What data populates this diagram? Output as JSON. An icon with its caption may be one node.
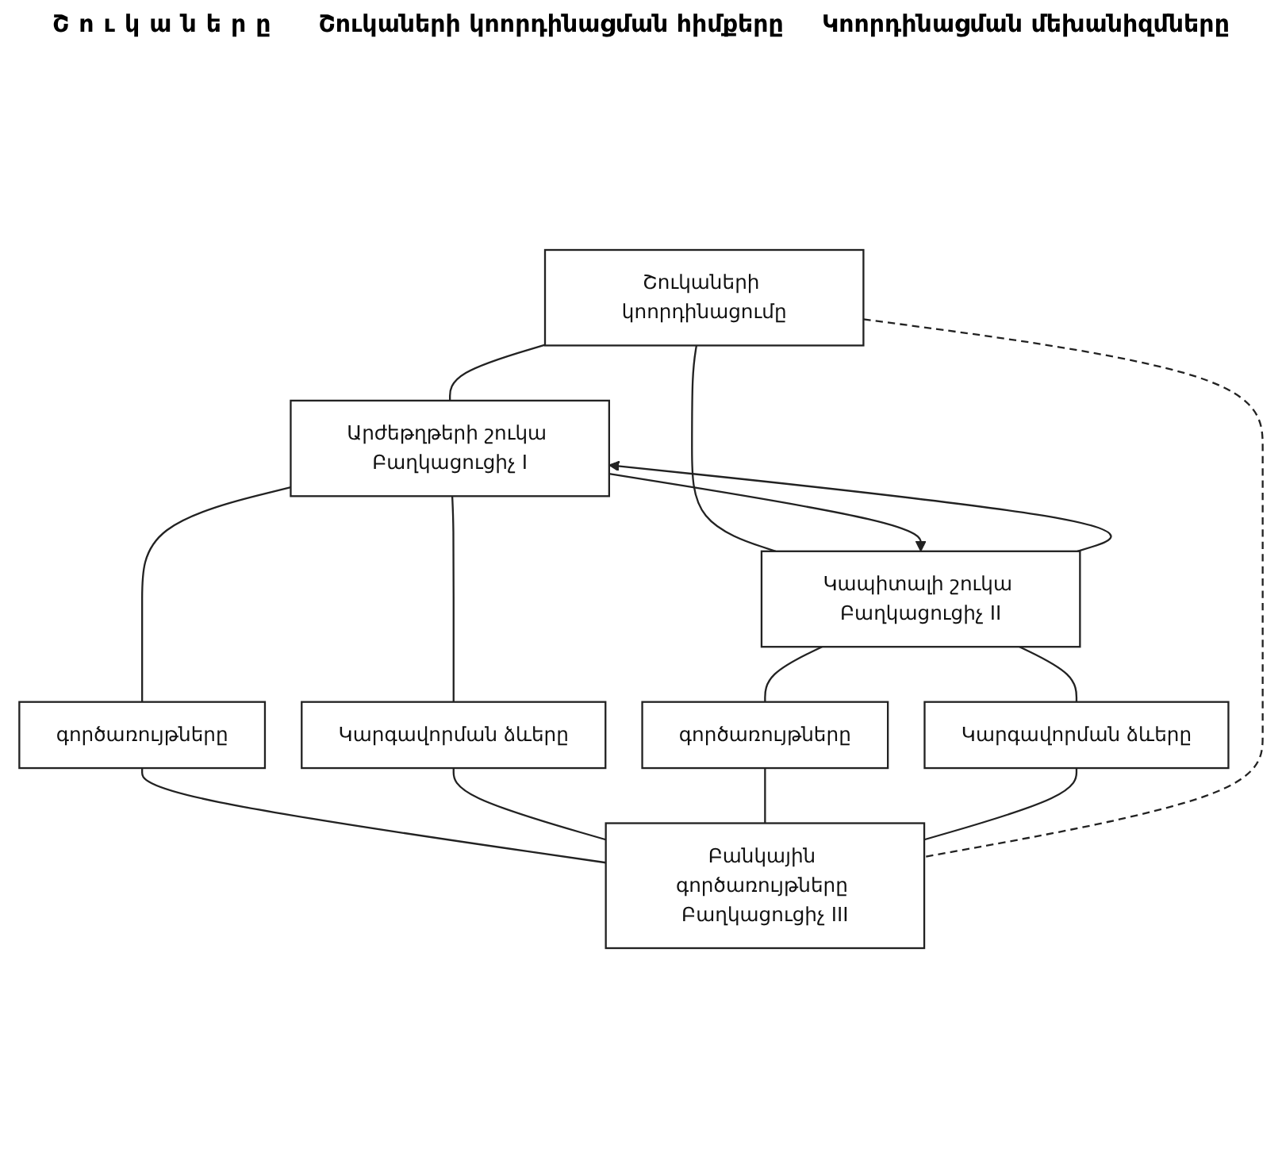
{
  "diagram": {
    "nodes": [
      {
        "text": [
          "Շուկաների կոորդինացումը"
        ]
      },
      {
        "text": [
          "Արժեթղթերի շուկա Բաղկացուցիչ I"
        ]
      },
      {
        "text": [
          "Կապիտալի շուկա Բաղկացուցիչ II"
        ]
      },
      {
        "text": [
          "գործառույթները"
        ]
      },
      {
        "text": [
          "Կարգավորման ձևերը"
        ]
      },
      {
        "text": [
          "գործառույթները"
        ]
      },
      {
        "text": [
          "Կարգավորման ձևերը"
        ]
      },
      {
        "text": [
          "Բանկային գործառույթները Բաղկացուցիչ III"
        ]
      }
    ],
    "edges": [
      {
        "from": 0,
        "to": 1,
        "arrow": "none"
      },
      {
        "from": 0,
        "to": 2,
        "arrow": "none"
      },
      {
        "from": 2,
        "to": 1,
        "arrow": "to"
      },
      {
        "from": 1,
        "to": 2,
        "arrow": "to"
      },
      {
        "from": 1,
        "to": 3,
        "arrow": "none"
      },
      {
        "from": 1,
        "to": 4,
        "arrow": "none"
      },
      {
        "from": 2,
        "to": 5,
        "arrow": "none"
      },
      {
        "from": 2,
        "to": 6,
        "arrow": "none"
      },
      {
        "from": 3,
        "to": 7,
        "arrow": "none"
      },
      {
        "from": 4,
        "to": 7,
        "arrow": "none"
      },
      {
        "from": 5,
        "to": 7,
        "arrow": "none"
      },
      {
        "from": 6,
        "to": 7,
        "arrow": "none"
      },
      {
        "from": 0,
        "to": 7,
        "arrow": "none",
        "style": "dashed"
      }
    ],
    "labels": [
      "Շուկաները",
      "Շուկաների կոորդինացման հիմքերը",
      "Կոորդինացման մեխանիզմները"
    ]
  }
}
